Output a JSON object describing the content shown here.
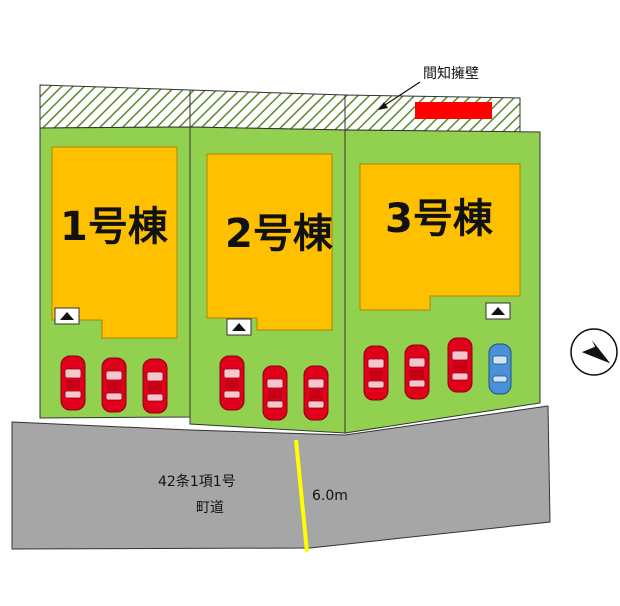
{
  "plot_plan": {
    "buildings": [
      {
        "id": "1",
        "label": "1号棟"
      },
      {
        "id": "2",
        "label": "2号棟"
      },
      {
        "id": "3",
        "label": "3号棟"
      }
    ],
    "retaining_wall_label": "間知擁壁",
    "road": {
      "classification": "42条1項1号",
      "type": "町道",
      "width": "6.0m"
    },
    "compass": {
      "direction": "north-east"
    },
    "colors": {
      "lot_green": "#92d050",
      "building_orange": "#ffc000",
      "road_gray": "#a6a6a6",
      "car_red": "#e0001b",
      "car_blue": "#4a90d9",
      "wall_red": "#ff0000",
      "width_line": "#ffff00"
    }
  }
}
